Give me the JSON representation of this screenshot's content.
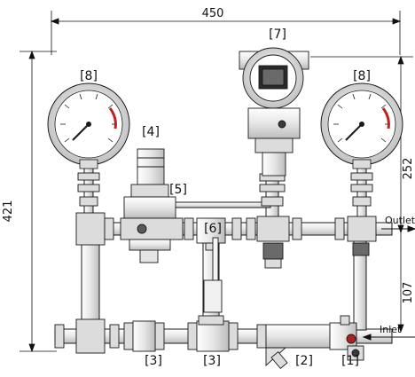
{
  "dimensions": {
    "width": "450",
    "height": "421",
    "upper": "252",
    "lower": "107"
  },
  "labels": {
    "gauge_left": "[8]",
    "gauge_right": "[8]",
    "transmitter": "[7]",
    "regulator": "[4]",
    "bypass": "[5]",
    "valve_upper": "[6]",
    "valve_lower_left": "[3]",
    "valve_lower_mid": "[3]",
    "strainer": "[2]",
    "inlet_valve": "[1]"
  },
  "ports": {
    "outlet": "Outlet",
    "inlet": "Inlet"
  },
  "colors": {
    "line": "#1a1a1a",
    "fill_light": "#f4f4f4",
    "fill_mid": "#d8d8d8",
    "fill_dark": "#3a3a3a",
    "gauge_red": "#c02020"
  }
}
